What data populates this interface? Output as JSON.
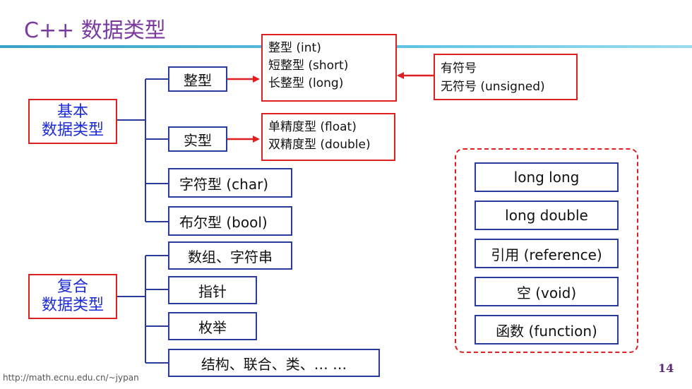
{
  "title": "C++ 数据类型",
  "categories": {
    "basic": [
      "基本",
      "数据类型"
    ],
    "compound": [
      "复合",
      "数据类型"
    ]
  },
  "basic_types": {
    "int": "整型",
    "real": "实型",
    "char": "字符型 (char)",
    "bool": "布尔型 (bool)"
  },
  "int_variants": [
    "整型 (int)",
    "短整型 (short)",
    "长整型 (long)"
  ],
  "sign_variants": [
    "有符号",
    "无符号 (unsigned)"
  ],
  "real_variants": [
    "单精度型 (float)",
    "双精度型 (double)"
  ],
  "compound_types": [
    "数组、字符串",
    "指针",
    "枚举",
    "结构、联合、类、… …"
  ],
  "extra_types": [
    "long long",
    "long double",
    "引用 (reference)",
    "空 (void)",
    "函数 (function)"
  ],
  "footer_url": "http://math.ecnu.edu.cn/~jypan",
  "page_number": "14",
  "colors": {
    "title": "#7b3a9f",
    "category_text": "#1a2ad8",
    "red": "#e02020",
    "blue_border": "#2a3b9e",
    "rule": "#3aa1c9"
  }
}
